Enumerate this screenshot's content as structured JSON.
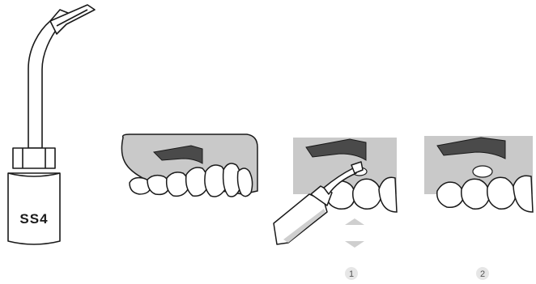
{
  "figure": {
    "tip_label": "SS4",
    "step_labels": [
      "1",
      "2"
    ]
  },
  "colors": {
    "bone_gray": "#c9c9c9",
    "graft_dark": "#4a4a4a",
    "outline": "#1a1a1a",
    "arrow_gray": "#cfcfcf",
    "badge_fill": "#e6e6e6",
    "badge_text": "#555555"
  }
}
